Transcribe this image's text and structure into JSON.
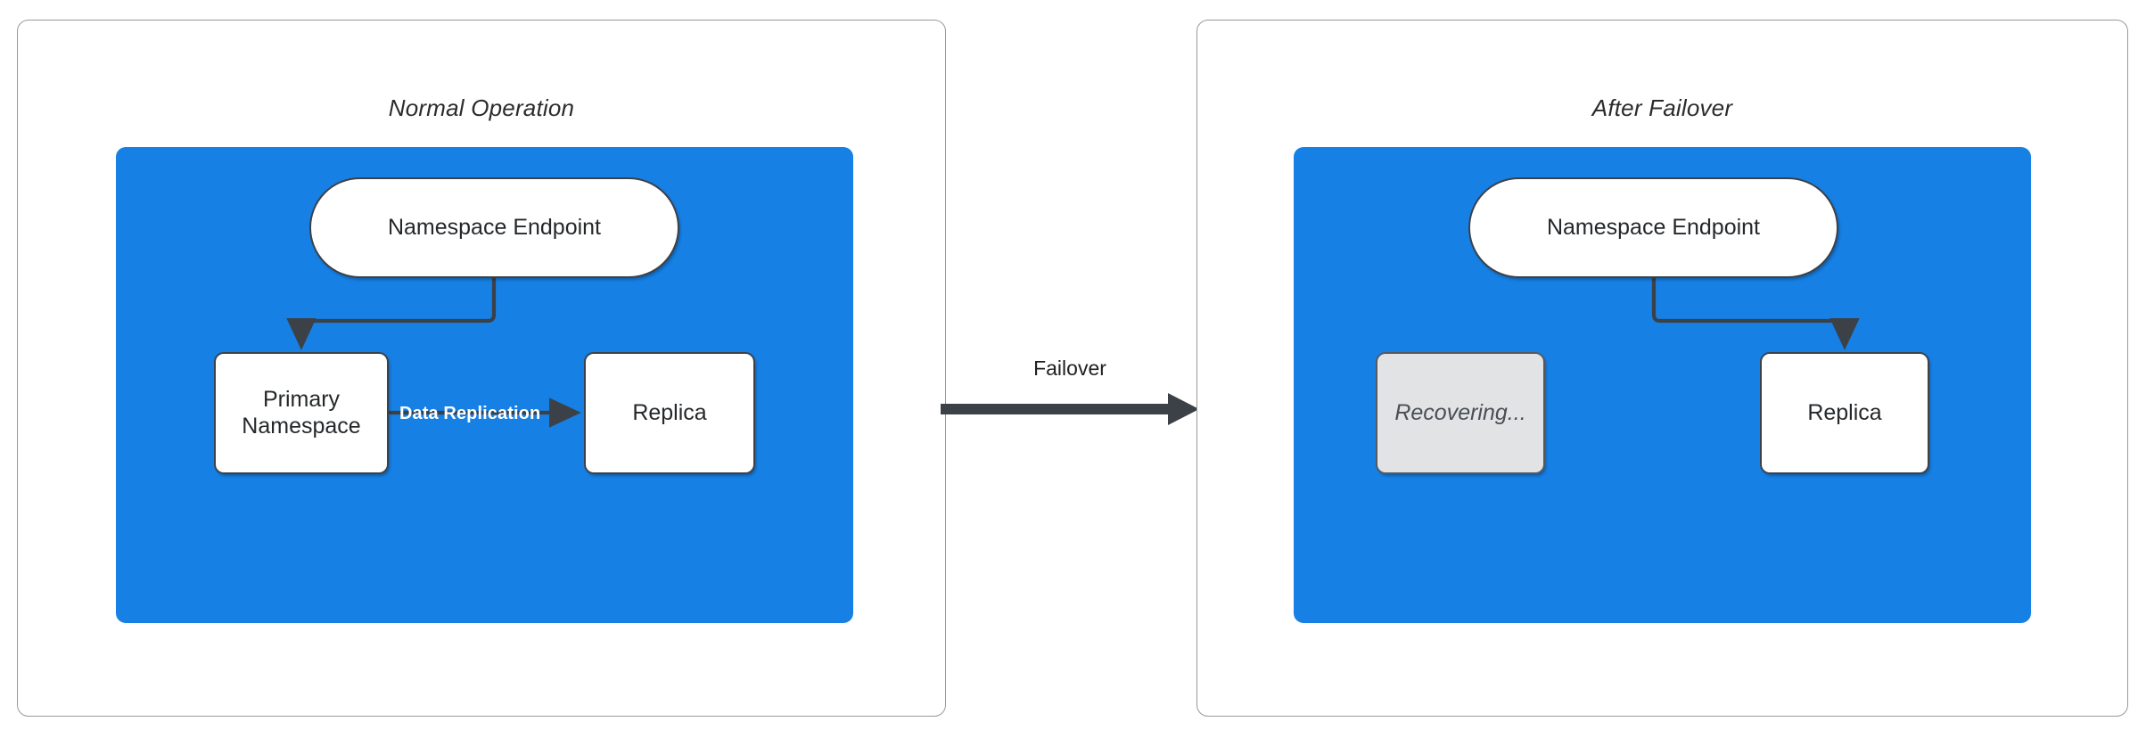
{
  "diagram": {
    "title_left": "Normal Operation",
    "title_right": "After Failover",
    "accent_blue": "#1680e5",
    "node_stroke": "#3c4147",
    "recovering_fill": "#e1e3e5",
    "panel_border": "#999999"
  },
  "left_panel": {
    "title": "Normal Operation",
    "nodes": [
      {
        "id": "endpoint",
        "label": "Namespace Endpoint",
        "shape": "pill",
        "state": "active"
      },
      {
        "id": "primary",
        "label": "Primary Namespace",
        "shape": "rect",
        "state": "active"
      },
      {
        "id": "replica",
        "label": "Replica",
        "shape": "rect",
        "state": "active"
      }
    ],
    "edges": [
      {
        "from": "endpoint",
        "to": "primary",
        "label": ""
      },
      {
        "from": "primary",
        "to": "replica",
        "label": "Data Replication"
      }
    ]
  },
  "right_panel": {
    "title": "After Failover",
    "nodes": [
      {
        "id": "endpoint",
        "label": "Namespace Endpoint",
        "shape": "pill",
        "state": "active"
      },
      {
        "id": "recovering",
        "label": "Recovering...",
        "shape": "rect",
        "state": "recovering"
      },
      {
        "id": "replica",
        "label": "Replica",
        "shape": "rect",
        "state": "active"
      }
    ],
    "edges": [
      {
        "from": "endpoint",
        "to": "replica",
        "label": ""
      }
    ]
  },
  "transition": {
    "label": "Failover",
    "direction": "left-to-right"
  }
}
